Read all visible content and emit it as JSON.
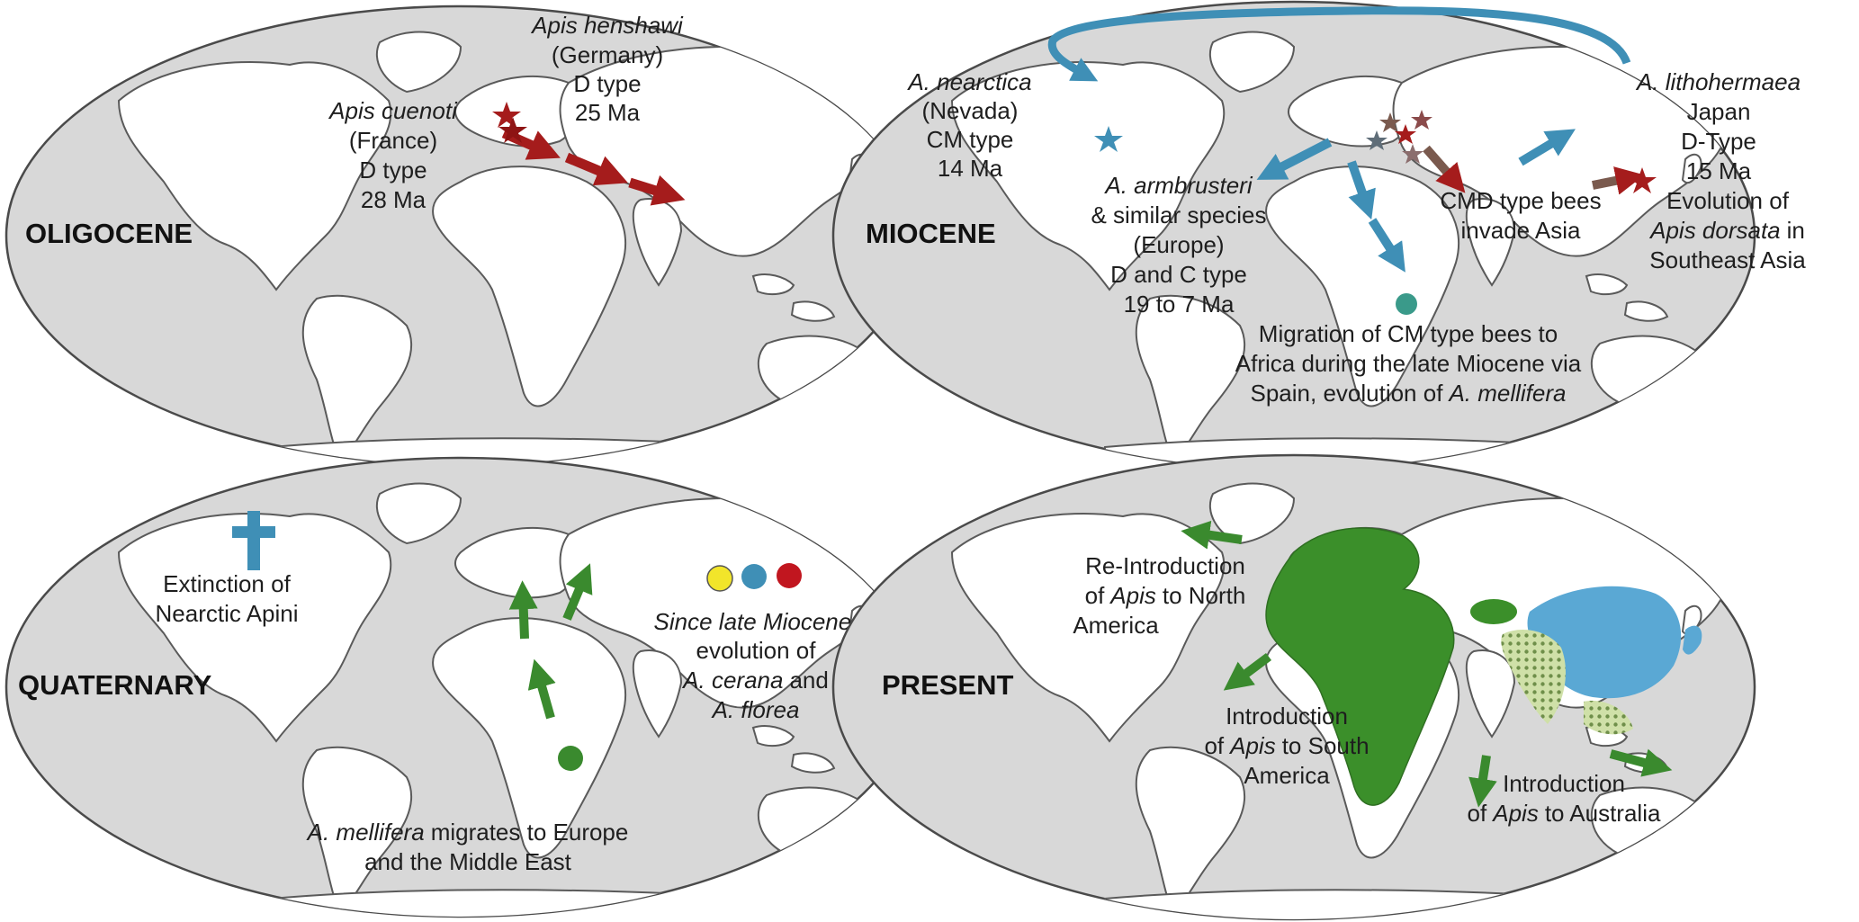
{
  "colors": {
    "ocean": "#d8d8d8",
    "land": "#ffffff",
    "coast": "#5a5a5a",
    "red": "#a51c1c",
    "blue": "#3f8fb6",
    "green": "#3a8a2e",
    "yellow": "#f2e52a",
    "africa_green": "#3b8f2a",
    "asia_blue": "#5aa8d4",
    "hatch": "#9fb57a"
  },
  "panels": {
    "oligocene": {
      "era": "OLIGOCENE",
      "fossil_germany": {
        "name": "Apis henshawi",
        "lines": [
          "(Germany)",
          "D type",
          "25 Ma"
        ],
        "marker_icon": "star-icon"
      },
      "fossil_france": {
        "name": "Apis cuenoti",
        "lines": [
          "(France)",
          "D type",
          "28 Ma"
        ],
        "marker_icon": "star-icon"
      },
      "arrow_icon": "arrow-icon"
    },
    "miocene": {
      "era": "MIOCENE",
      "nearctica": {
        "name": "A. nearctica",
        "lines": [
          "(Nevada)",
          "CM type",
          "14 Ma"
        ]
      },
      "armbrusteri": {
        "name": "A. armbrusteri",
        "suffix": "& similar species",
        "lines": [
          "(Europe)",
          "D and C type",
          "19 to 7 Ma"
        ]
      },
      "lithohermaea": {
        "name": "A. lithohermaea",
        "lines": [
          "Japan",
          "D-Type",
          "15 Ma"
        ]
      },
      "cmd_invade": [
        "CMD type bees",
        "invade Asia"
      ],
      "dorsata": {
        "prefix": "Evolution of",
        "name": "Apis dorsata",
        "suffix": "in",
        "last": "Southeast Asia"
      },
      "migration": {
        "line1": "Migration of CM type bees to",
        "line2": "Africa during the late Miocene via",
        "line3_prefix": "Spain, evolution of",
        "line3_species": "A. mellifera"
      }
    },
    "quaternary": {
      "era": "QUATERNARY",
      "extinction": [
        "Extinction of",
        "Nearctic Apini"
      ],
      "extinction_icon": "cross-icon",
      "cerana": {
        "line1": "Since late Miocene:",
        "line2": "evolution of",
        "species1": "A. cerana",
        "joiner": "and",
        "species2": "A. florea"
      },
      "mellifera": {
        "species": "A. mellifera",
        "line1_suffix": "migrates to Europe",
        "line2": "and the Middle East"
      }
    },
    "present": {
      "era": "PRESENT",
      "north_america": {
        "line1": "Re-Introduction",
        "line2_prefix": "of",
        "line2_species": "Apis",
        "line2_suffix": "to North",
        "line3": "America"
      },
      "south_america": {
        "line1": "Introduction",
        "line2_prefix": "of",
        "line2_species": "Apis",
        "line2_suffix": "to South",
        "line3": "America"
      },
      "australia": {
        "line1": "Introduction",
        "line2_prefix": "of",
        "line2_species": "Apis",
        "line2_suffix": "to Australia"
      }
    }
  }
}
